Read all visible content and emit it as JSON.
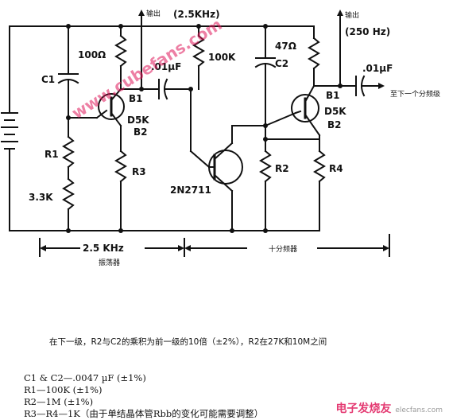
{
  "labels": {
    "output_a": "输出",
    "freq_a": "(2.5KHz)",
    "output_b": "输出",
    "freq_b": "(250 Hz)",
    "r_100ohm": "100Ω",
    "r_47ohm": "47Ω",
    "c1": "C1",
    "c_01a": ".01µF",
    "r_100k": "100K",
    "c2": "C2",
    "c_01b": ".01µF",
    "to_next": "至下一个分频级",
    "b1_a": "B1",
    "d5k_a": "D5K",
    "b2_a": "B2",
    "b1_b": "B1",
    "d5k_b": "D5K",
    "b2_b": "B2",
    "r1": "R1",
    "r3": "R3",
    "r2": "R2",
    "r4": "R4",
    "r_3k3": "3.3K",
    "q_2n2711": "2N2711",
    "span_freq": "2.5 KHz",
    "oscillator": "振荡器",
    "divider": "十分频器",
    "watermark": "www.cubefans.com"
  },
  "note": "在下一级，R2与C2的乘积为前一级的10倍（±2%），R2在27K和10M之间",
  "parts": [
    "C1 & C2—.0047 µF (±1%)",
    "R1—100K (±1%)",
    "R2—1M (±1%)",
    "R3—R4—1K（由于单结晶体管Rbb的变化可能需要调整）"
  ],
  "brand": {
    "main": "电子发烧友",
    "sub": "elecfans.com"
  }
}
